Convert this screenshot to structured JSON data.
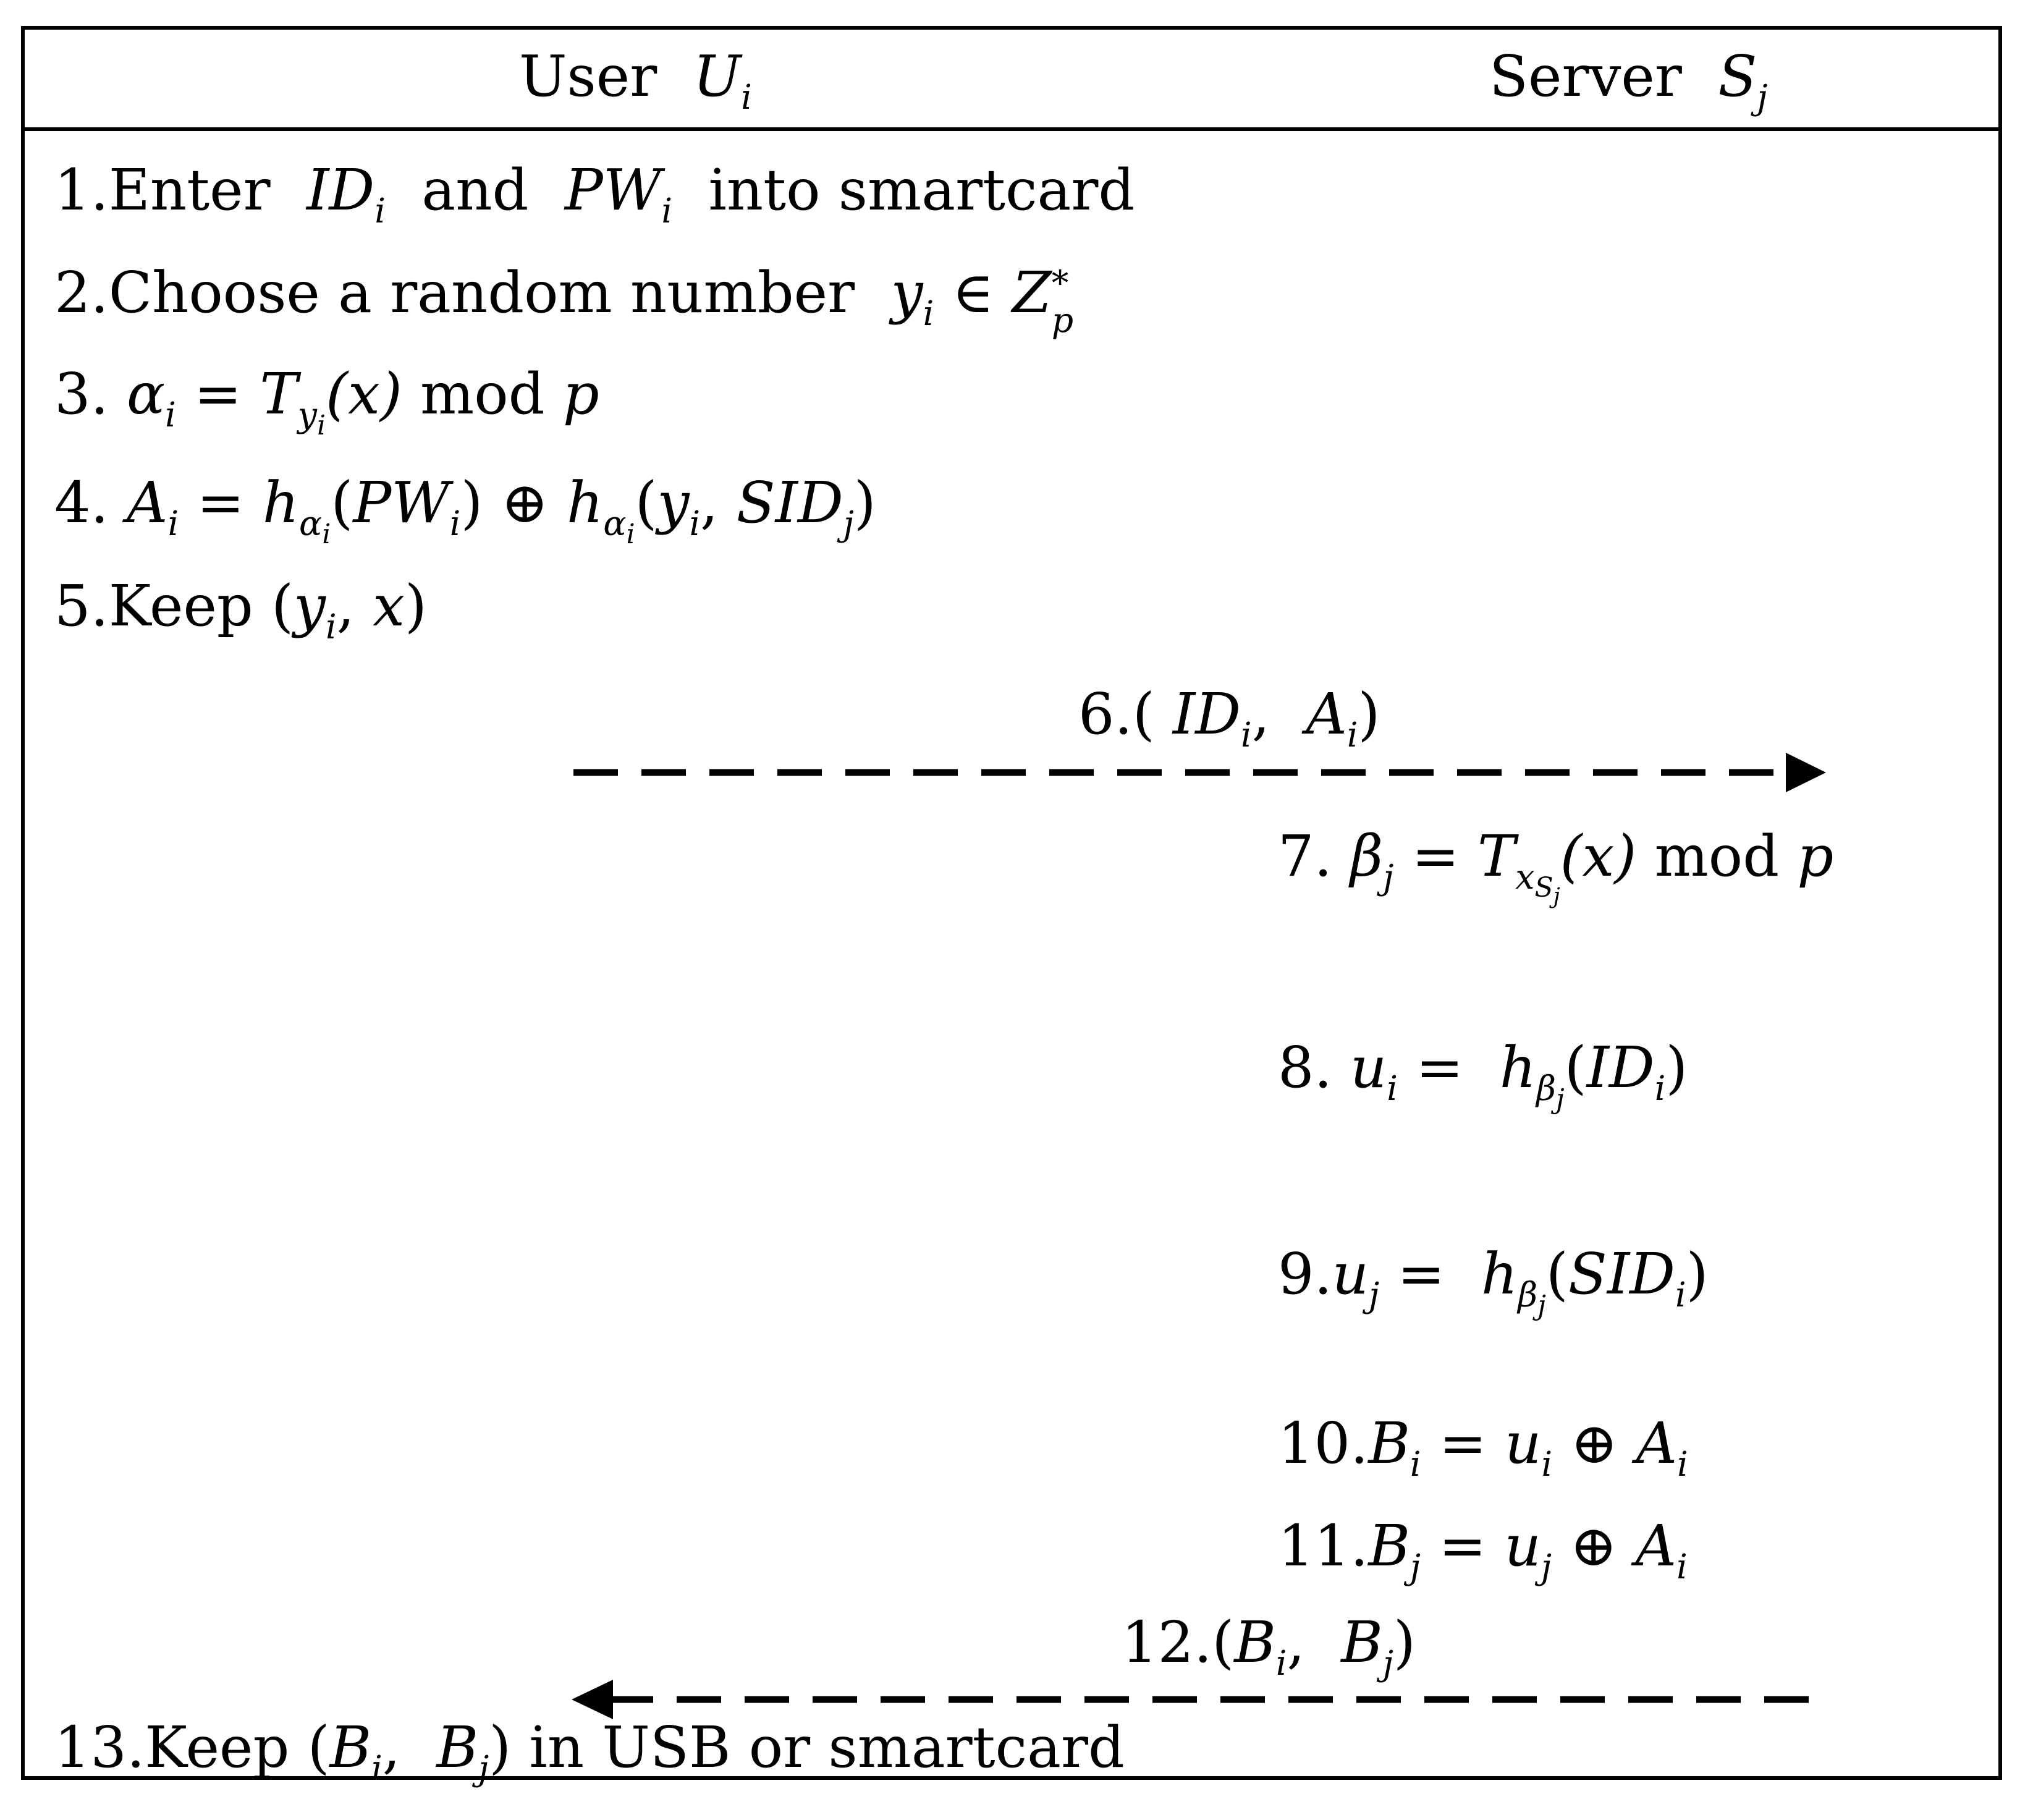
{
  "header": {
    "user_word": "User",
    "user_sym": "U",
    "user_sub": "i",
    "server_word": "Server",
    "server_sym": "S",
    "server_sub": "j"
  },
  "steps": {
    "s1": {
      "n": "1.Enter",
      "id": "ID",
      "id_sub": "i",
      "and": "and",
      "pw": "PW",
      "pw_sub": "i",
      "tail": "into smartcard"
    },
    "s2": {
      "n": "2.Choose a random number",
      "y": "y",
      "y_sub": "i",
      "elem": "∈",
      "z": "Z",
      "z_sup": "*",
      "z_sub": "p"
    },
    "s3": {
      "n": "3.",
      "alpha": "α",
      "alpha_sub": "i",
      "eq": "=",
      "T": "T",
      "T_sub": "y",
      "T_subsub": "i",
      "arg": "(x)",
      "mod": "mod",
      "p": "p"
    },
    "s4": {
      "n": "4.",
      "A": "A",
      "A_sub": "i",
      "eq": "=",
      "h1": "h",
      "h1_sub": "α",
      "h1_subsub": "i",
      "arg1_open": "(",
      "arg1": "PW",
      "arg1_sub": "i",
      "arg1_close": ")",
      "xor": "⊕",
      "h2": "h",
      "h2_sub": "α",
      "h2_subsub": "i",
      "arg2_open": "(",
      "arg2a": "y",
      "arg2a_sub": "i",
      "comma": ",",
      "arg2b": "SID",
      "arg2b_sub": "j",
      "arg2_close": ")"
    },
    "s5": {
      "n": "5.Keep",
      "open": "(",
      "y": "y",
      "y_sub": "i",
      "comma": ",",
      "x": "x",
      "close": ")"
    },
    "s6": {
      "n": "6.(",
      "id": "ID",
      "id_sub": "i",
      "comma": ",",
      "A": "A",
      "A_sub": "i",
      "close": ")"
    },
    "s7": {
      "n": "7.",
      "beta": "β",
      "beta_sub": "j",
      "eq": "=",
      "T": "T",
      "T_sub": "x",
      "T_subsub": "S",
      "T_subsubsub": "j",
      "arg": "(x)",
      "mod": "mod",
      "p": "p"
    },
    "s8": {
      "n": "8.",
      "u": "u",
      "u_sub": "i",
      "eq": "=",
      "h": "h",
      "h_sub": "β",
      "h_subsub": "j",
      "open": "(",
      "arg": "ID",
      "arg_sub": "i",
      "close": ")"
    },
    "s9": {
      "n": "9.",
      "u": "u",
      "u_sub": "j",
      "eq": "=",
      "h": "h",
      "h_sub": "β",
      "h_subsub": "j",
      "open": "(",
      "arg": "SID",
      "arg_sub": "i",
      "close": ")"
    },
    "s10": {
      "n": "10.",
      "B": "B",
      "B_sub": "i",
      "eq": "=",
      "u": "u",
      "u_sub": "i",
      "xor": "⊕",
      "A": "A",
      "A_sub": "i"
    },
    "s11": {
      "n": "11.",
      "B": "B",
      "B_sub": "j",
      "eq": "=",
      "u": "u",
      "u_sub": "j",
      "xor": "⊕",
      "A": "A",
      "A_sub": "i"
    },
    "s12": {
      "n": "12.(",
      "B1": "B",
      "B1_sub": "i",
      "comma": ",",
      "B2": "B",
      "B2_sub": "j",
      "close": ")"
    },
    "s13": {
      "n": "13.Keep",
      "open": "(",
      "B1": "B",
      "B1_sub": "i",
      "comma": ",",
      "B2": "B",
      "B2_sub": "j",
      "close": ")",
      "tail": "in USB or smartcard"
    }
  },
  "colors": {
    "ink": "#000000",
    "background": "#ffffff"
  }
}
